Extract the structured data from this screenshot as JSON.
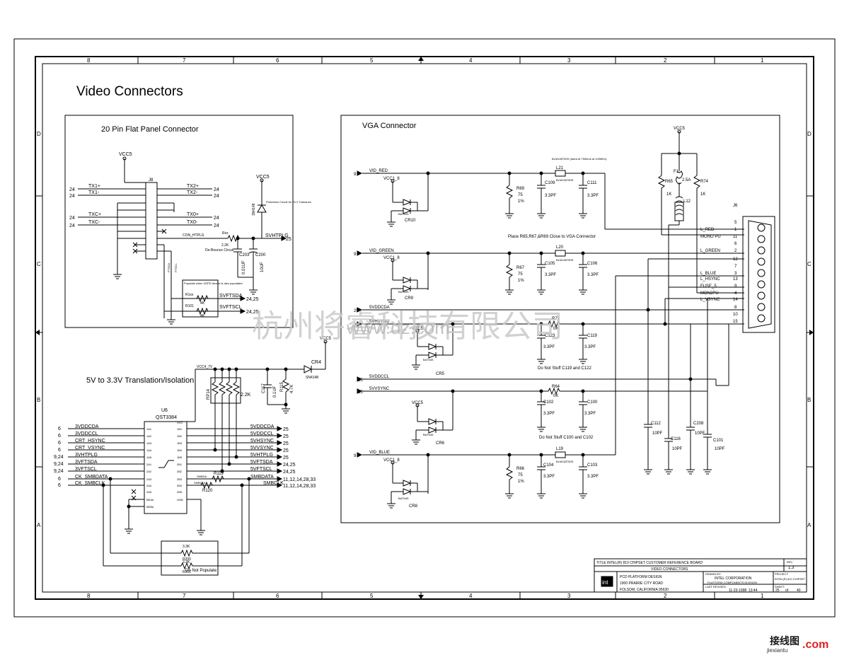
{
  "sheet": {
    "title": "Video Connectors",
    "border_cols_top": [
      "8",
      "7",
      "6",
      "5",
      "4",
      "3",
      "2",
      "1"
    ],
    "border_cols_bottom": [
      "8",
      "7",
      "6",
      "5",
      "4",
      "3",
      "2",
      "1"
    ],
    "border_rows_left": [
      "D",
      "C",
      "B",
      "A"
    ],
    "border_rows_right": [
      "D",
      "C",
      "B",
      "A"
    ]
  },
  "flat_panel": {
    "heading": "20 Pin Flat Panel Connector",
    "vcc": "VCC5",
    "connector_ref": "J8",
    "left_nets": [
      {
        "num": "24",
        "name": "TX1+"
      },
      {
        "num": "24",
        "name": "TX1-"
      },
      {
        "num": "24",
        "name": "TXC+"
      },
      {
        "num": "24",
        "name": "TXC-"
      }
    ],
    "right_nets": [
      {
        "name": "TX2+",
        "num": "24"
      },
      {
        "name": "TX2-",
        "num": "24"
      },
      {
        "name": "TX0+",
        "num": "24"
      },
      {
        "name": "TX0-",
        "num": "24"
      }
    ],
    "con_htplg": "CON_HTPLG",
    "rxx": "Rxx",
    "rxx_val": "2.2K",
    "debounce": "De-Bounce Circuit",
    "c203": "C203",
    "c203_val": "0.01UF",
    "c200": "C200",
    "c200_val": "10UF",
    "svhtplg": "SVHTPLG",
    "svhtplg_page": "25",
    "vcc_prot": "VCC5",
    "diode_ref": "1N4148",
    "protection_note": "Protection Circuit for 20 V Tolerance",
    "populate_note": "Populate when VDPD device is also populated",
    "r_ref": "R1xx",
    "r_val": "4K",
    "rb_ref": "R101",
    "rb_val": "4K",
    "svftsda": "SVFTSDA",
    "svftsda_pages": "24,25",
    "svftscl": "SVFTSCL",
    "svftscl_pages": "24,25",
    "ftsda_label": "FTSDA",
    "ftscl_label": "FTSCL"
  },
  "translation": {
    "heading": "5V to 3.3V Translation/Isolation",
    "u_ref": "U6",
    "u_part": "QST3384",
    "vcc": "VCC5",
    "cr_ref": "CR4",
    "cr_part": "SN4148",
    "rp_ref": "RP14",
    "rp_val": "2.2K",
    "c_ref": "C117",
    "c_val": "0.1UF",
    "r_ref": "R115",
    "r_val": "4.7K",
    "vcc_net": "VCC4_7V",
    "left_nets": [
      {
        "page": "6",
        "name": "3VDDCDA"
      },
      {
        "page": "6",
        "name": "3VDDCCL"
      },
      {
        "page": "6",
        "name": "CRT_HSYNC"
      },
      {
        "page": "6",
        "name": "CRT_VSYNC"
      },
      {
        "page": "9,24",
        "name": "3VHTPLG"
      },
      {
        "page": "9,24",
        "name": "3VFTSDA"
      },
      {
        "page": "9,24",
        "name": "3VFTSCL"
      },
      {
        "page": "6",
        "name": "CK_SMBDATA"
      },
      {
        "page": "6",
        "name": "CK_SMBCLK"
      }
    ],
    "right_nets": [
      {
        "name": "5VDDCDA",
        "page": "25"
      },
      {
        "name": "5VDDCCL",
        "page": "25"
      },
      {
        "name": "5VHSYNC",
        "page": "25"
      },
      {
        "name": "5VVSYNC",
        "page": "25"
      },
      {
        "name": "5VHTPLG",
        "page": "25"
      },
      {
        "name": "5VFTSDA",
        "page": "24,25"
      },
      {
        "name": "5VFTSCL",
        "page": "24,25"
      },
      {
        "name": "SMBDATA",
        "page": "11,12,14,28,33"
      },
      {
        "name": "SMBCLK",
        "page": "11,12,14,28,33"
      }
    ],
    "in_pins": [
      "1A1",
      "1A2",
      "1A3",
      "1A4",
      "1A5",
      "2A1",
      "2A2",
      "2A3",
      "2A4",
      "2A5"
    ],
    "out_pins": [
      "1B1",
      "1B2",
      "1B3",
      "1B4",
      "1B5",
      "2B1",
      "2B2",
      "2B3",
      "2B4",
      "2B5"
    ],
    "pin_vcc": "VCC",
    "pin_gnd": "GND",
    "pin_bea": "BEA#",
    "pin_beb": "BEB#",
    "smbda": "SMBDA",
    "smbclk": "SMBCLK",
    "r119": "R119",
    "r120": "R120",
    "np_r1": "3.3K",
    "np_r2": "3.3K",
    "np_ref1": "R200",
    "np_ref2": "R201",
    "not_populate": "Do Not Populate"
  },
  "vga": {
    "heading": "VGA Connector",
    "vcc": "VCC5",
    "bead_note": "BLM11B750S (rated at 750hms at 100MHz)",
    "place_note": "Place R65,R67,&R69 Close to VGA Connector",
    "red": {
      "page": "9",
      "net": "VID_RED",
      "vcc": "VCC1_8",
      "diode": "BAT54S",
      "cr": "CR10",
      "r": "R69",
      "r_val": "75",
      "r_tol": "1%",
      "c1": "C109",
      "c1_val": "3.3PF",
      "c2": "C111",
      "c2_val": "3.3PF",
      "l": "L21",
      "l_part": "BLM11B750S"
    },
    "green": {
      "page": "9",
      "net": "VID_GREEN",
      "vcc": "VCC1_8",
      "diode": "BAT54S",
      "cr": "CR9",
      "r": "R67",
      "r_val": "75",
      "r_tol": "1%",
      "c1": "C105",
      "c1_val": "3.3PF",
      "c2": "C106",
      "c2_val": "3.3PF",
      "l": "L20",
      "l_part": "BLM11B750S"
    },
    "blue": {
      "page": "9",
      "net": "VID_BLUE",
      "vcc": "VCC1_8",
      "diode": "BAT54S",
      "cr": "CR8",
      "r": "R66",
      "r_val": "75",
      "r_tol": "1%",
      "c1": "C104",
      "c1_val": "3.3PF",
      "c2": "C103",
      "c2_val": "3.3PF",
      "l": "L19",
      "l_part": "BLM11B750S"
    },
    "ddcda": {
      "page": "25",
      "net": "5VDDCDA"
    },
    "hsync": {
      "page": "25",
      "net": "5VHSYNC",
      "vcc": "VCC5",
      "diode": "BAT54S",
      "cr": "CR5",
      "r": "R71",
      "r_val": "0K",
      "c1": "C123",
      "c1_val": "3.3PF",
      "c2": "C119",
      "c2_val": "3.3PF",
      "note": "Do Not Stuff C119 and C122"
    },
    "ddccl": {
      "page": "25",
      "net": "5VDDCCL"
    },
    "vsync": {
      "page": "25",
      "net": "5VVSYNC",
      "vcc": "VCC5",
      "diode": "BAT54S",
      "cr": "CR6",
      "r": "R64",
      "r_val": "0K",
      "c1": "C102",
      "c1_val": "3.3PF",
      "c2": "C100",
      "c2_val": "3.3PF",
      "note": "Do Not Stuff C100 and C102"
    },
    "fuse": {
      "r65": "R65",
      "r65_val": "1K",
      "f": "F1",
      "f_val": "2.5A",
      "r74": "R74",
      "r74_val": "1K",
      "l": "L12"
    },
    "filters": [
      {
        "ref": "C112",
        "val": "10PF"
      },
      {
        "ref": "C116",
        "val": "10PF"
      },
      {
        "ref": "C208",
        "val": "10PF"
      },
      {
        "ref": "C101",
        "val": "10PF"
      }
    ],
    "connector_ref": "J6",
    "connector_pins": [
      {
        "name": "L_RED",
        "pin": "1"
      },
      {
        "name": "MONO PU",
        "pin": "11"
      },
      {
        "name": "L_GREEN",
        "pin": "2"
      },
      {
        "name": "",
        "pin": "12"
      },
      {
        "name": "L_BLUE",
        "pin": "3"
      },
      {
        "name": "L_HSYNC",
        "pin": "13"
      },
      {
        "name": "FUSE_5",
        "pin": "9"
      },
      {
        "name": "MON2PU",
        "pin": "4"
      },
      {
        "name": "L_VSYNC",
        "pin": "14"
      },
      {
        "name": "",
        "pin": "15"
      }
    ],
    "extra_pins": [
      "5",
      "6",
      "7",
      "8",
      "10"
    ]
  },
  "watermark": "杭州将睿科技有限公司",
  "watermark_url": "www.dz.com",
  "titleblock": {
    "title": "TITLE INTEL(R) 810 CHIPSET CUSTOMER REFERENCE BOARD",
    "rev_label": "REV",
    "rev": "1.3",
    "sheet_name": "VIDEO CONNECTORS",
    "logo": "int",
    "addr1": "PCD PLATFORM DESIGN",
    "addr2": "1900 PRAIRIE CITY ROAD",
    "addr3": "FOLSOM, CALIFORNIA 95630",
    "drawn_by": "DRAWN BY:",
    "company": "INTEL CORPORATION",
    "division": "PLATFORM COMPONENTS DIVISION",
    "last_revised": "LAST REVISED:",
    "date": "11-23-1998_13:44",
    "project": "PROJECT:",
    "project_name": "INTEL(R) 810 CHIPSET",
    "sheet_label": "SHEET:",
    "sheet_num": "25",
    "sheet_of": "of",
    "sheet_total": "40"
  },
  "corner_logo": {
    "text": "接线图",
    "url": "jiexiantu",
    "dot_com": ".com"
  }
}
